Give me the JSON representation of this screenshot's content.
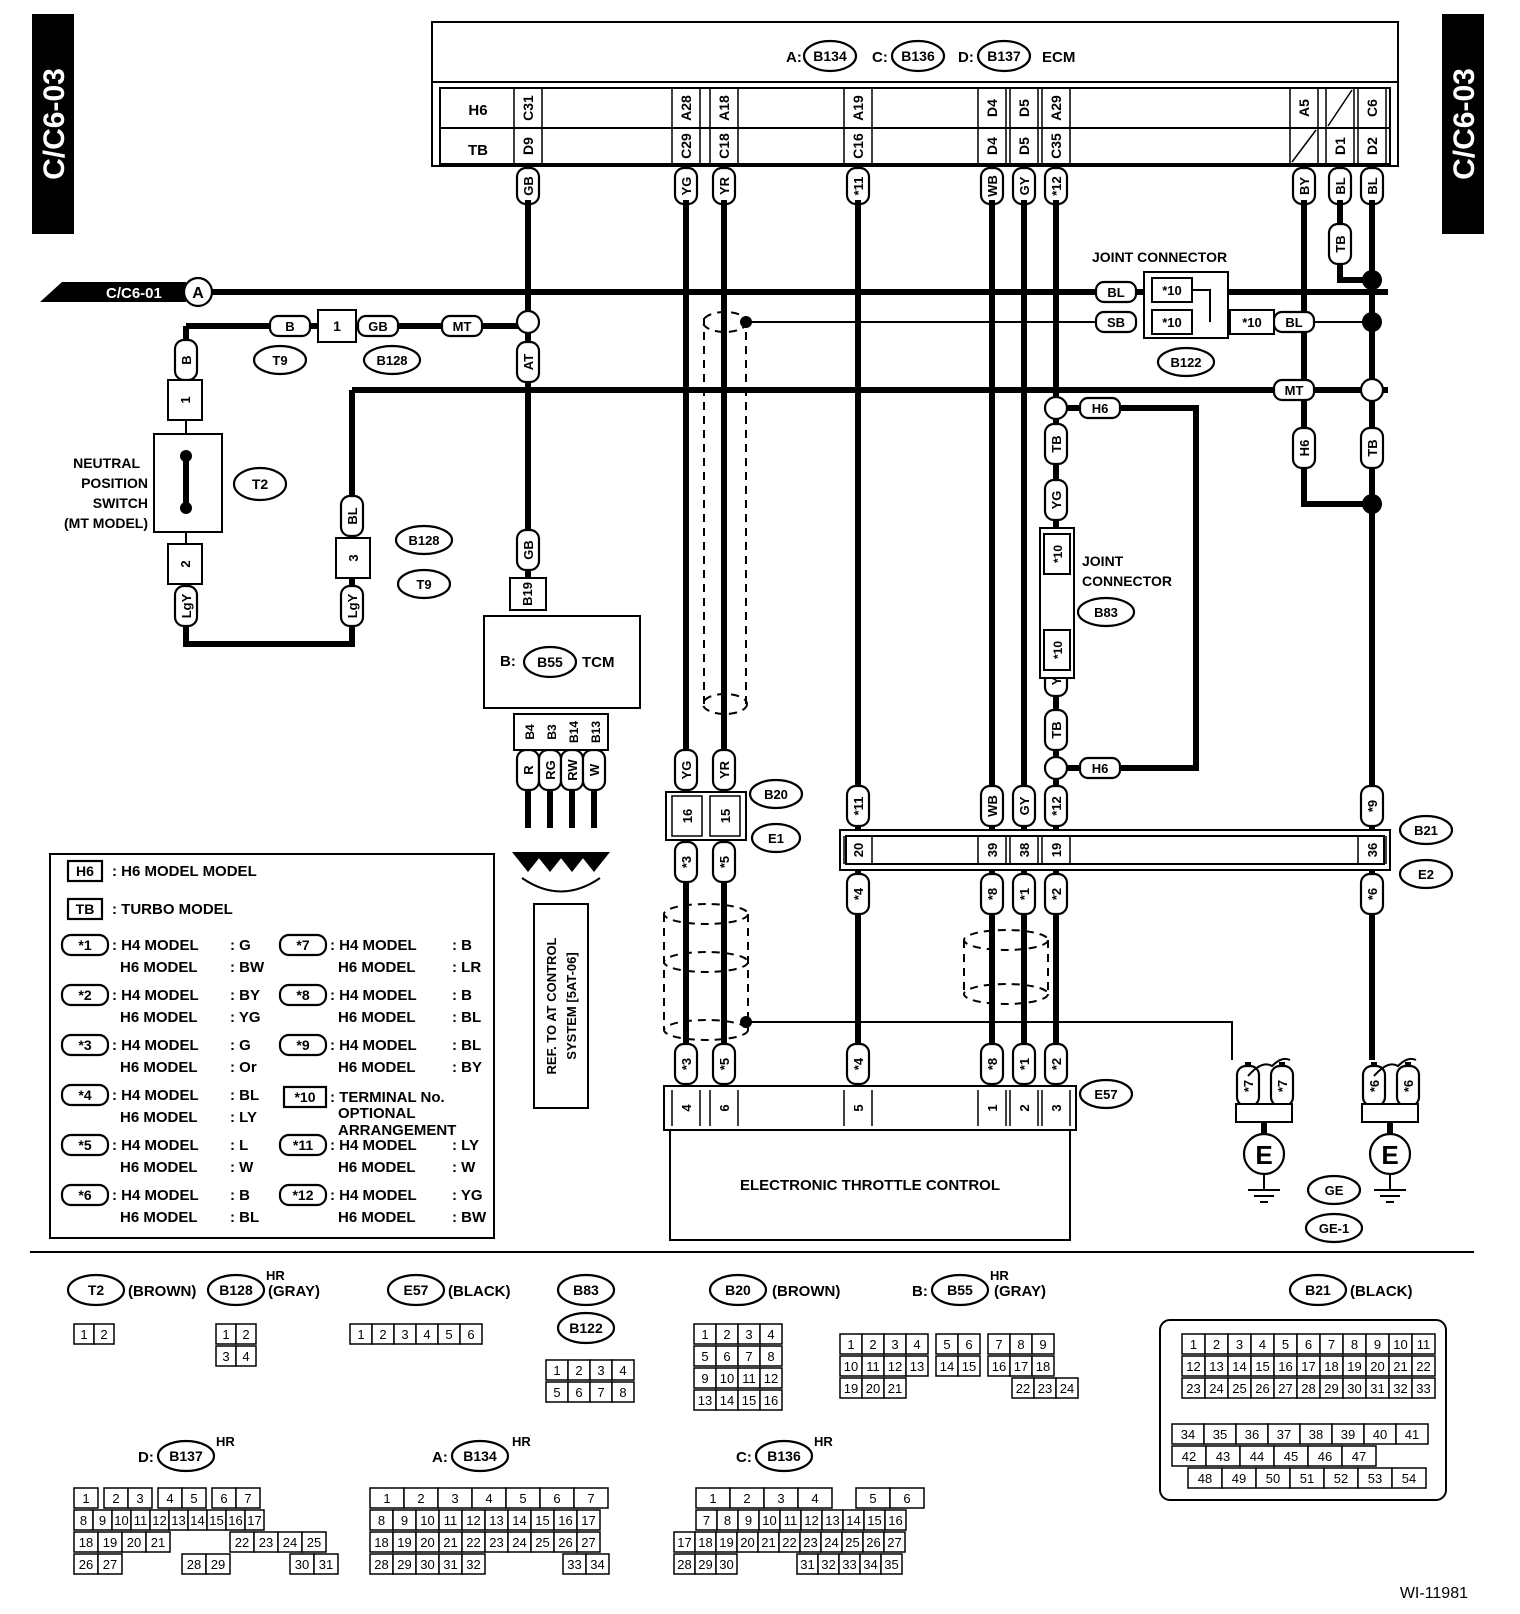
{
  "page": {
    "side_label": "C/C6-03",
    "figure_id": "WI-11981"
  },
  "ecm": {
    "prefix_a": "A:",
    "connector_a": "B134",
    "prefix_c": "C:",
    "connector_c": "B136",
    "prefix_d": "D:",
    "connector_d": "B137",
    "name": "ECM",
    "row_labels": [
      "H6",
      "TB"
    ],
    "pins": [
      {
        "h6": "C31",
        "tb": "D9",
        "wire": "GB"
      },
      {
        "h6": "A28",
        "tb": "C29",
        "wire": "YG"
      },
      {
        "h6": "A18",
        "tb": "C18",
        "wire": "YR"
      },
      {
        "h6": "A19",
        "tb": "C16",
        "wire": "*11"
      },
      {
        "h6": "D4",
        "tb": "D4",
        "wire": "WB"
      },
      {
        "h6": "D5",
        "tb": "D5",
        "wire": "GY"
      },
      {
        "h6": "A29",
        "tb": "C35",
        "wire": "*12"
      },
      {
        "h6": "A5",
        "tb": "",
        "wire": "BY"
      },
      {
        "h6": "",
        "tb": "D1",
        "wire": "BL"
      },
      {
        "h6": "C6",
        "tb": "D2",
        "wire": "BL"
      }
    ]
  },
  "bus": {
    "ref": "C/C6-01",
    "letter": "A"
  },
  "wire_labels": {
    "b": "B",
    "gb": "GB",
    "mt": "MT",
    "at": "AT",
    "bl": "BL",
    "sb": "SB",
    "tb": "TB",
    "h6": "H6",
    "lgy": "LgY",
    "yg": "YG",
    "yr": "YR",
    "r": "R",
    "rg": "RG",
    "rw": "RW",
    "w": "W",
    "wb": "WB",
    "gy": "GY",
    "s1": "*1",
    "s2": "*2",
    "s3": "*3",
    "s4": "*4",
    "s5": "*5",
    "s6": "*6",
    "s7": "*7",
    "s8": "*8",
    "s9": "*9",
    "s10": "*10",
    "s11": "*11",
    "s12": "*12",
    "pin1": "1",
    "pin2": "2",
    "pin3": "3"
  },
  "connectors": {
    "t9": "T9",
    "b128": "B128",
    "t2": "T2",
    "b122": "B122",
    "b83": "B83",
    "b20": "B20",
    "e1": "E1",
    "b21": "B21",
    "e2": "E2",
    "e57": "E57",
    "ge": "GE",
    "ge1": "GE-1",
    "b19": "B19",
    "b4": "B4",
    "b3": "B3",
    "b14": "B14",
    "b13": "B13",
    "b55": "B55"
  },
  "labels": {
    "joint_connector": "JOINT CONNECTOR",
    "joint": "JOINT",
    "connector": "CONNECTOR",
    "neutral_1": "NEUTRAL",
    "neutral_2": "POSITION",
    "neutral_3": "SWITCH",
    "neutral_4": "(MT MODEL)",
    "tcm_prefix": "B:",
    "tcm": "TCM",
    "ref_1": "REF. TO AT CONTROL",
    "ref_2": "SYSTEM [5AT-06]",
    "etc": "ELECTRONIC THROTTLE CONTROL",
    "ground": "E"
  },
  "b20_e1_pins": [
    "16",
    "15"
  ],
  "b21_e2_pins": [
    "20",
    "39",
    "38",
    "19",
    "36"
  ],
  "e57_pins": [
    "4",
    "6",
    "5",
    "1",
    "2",
    "3"
  ],
  "legend": {
    "h6_tag": "H6",
    "h6_text": ": H6 MODEL MODEL",
    "tb_tag": "TB",
    "tb_text": ": TURBO MODEL",
    "items": [
      {
        "tag": "*1",
        "h4": ": H4 MODEL",
        "h4v": ": G",
        "h6": "H6 MODEL",
        "h6v": ": BW"
      },
      {
        "tag": "*2",
        "h4": ": H4 MODEL",
        "h4v": ": BY",
        "h6": "H6 MODEL",
        "h6v": ": YG"
      },
      {
        "tag": "*3",
        "h4": ": H4 MODEL",
        "h4v": ": G",
        "h6": "H6 MODEL",
        "h6v": ": Or"
      },
      {
        "tag": "*4",
        "h4": ": H4 MODEL",
        "h4v": ": BL",
        "h6": "H6 MODEL",
        "h6v": ": LY"
      },
      {
        "tag": "*5",
        "h4": ": H4 MODEL",
        "h4v": ": L",
        "h6": "H6 MODEL",
        "h6v": ": W"
      },
      {
        "tag": "*6",
        "h4": ": H4 MODEL",
        "h4v": ": B",
        "h6": "H6 MODEL",
        "h6v": ": BL"
      },
      {
        "tag": "*7",
        "h4": ": H4 MODEL",
        "h4v": ": B",
        "h6": "H6 MODEL",
        "h6v": ": LR"
      },
      {
        "tag": "*8",
        "h4": ": H4 MODEL",
        "h4v": ": B",
        "h6": "H6 MODEL",
        "h6v": ": BL"
      },
      {
        "tag": "*9",
        "h4": ": H4 MODEL",
        "h4v": ": BL",
        "h6": "H6 MODEL",
        "h6v": ": BY"
      },
      {
        "tag": "*11",
        "h4": ": H4 MODEL",
        "h4v": ": LY",
        "h6": "H6 MODEL",
        "h6v": ": W"
      },
      {
        "tag": "*12",
        "h4": ": H4 MODEL",
        "h4v": ": YG",
        "h6": "H6 MODEL",
        "h6v": ": BW"
      }
    ],
    "t10_tag": "*10",
    "t10_1": ": TERMINAL No.",
    "t10_2": "OPTIONAL",
    "t10_3": "ARRANGEMENT"
  },
  "connector_views": {
    "t2": {
      "name": "T2",
      "color": "(BROWN)",
      "pins": [
        "1",
        "2"
      ]
    },
    "b128": {
      "name": "B128",
      "hr": "HR",
      "color": "(GRAY)",
      "pins": [
        "1",
        "2",
        "3",
        "4"
      ]
    },
    "e57": {
      "name": "E57",
      "color": "(BLACK)",
      "pins": [
        "1",
        "2",
        "3",
        "4",
        "5",
        "6"
      ]
    },
    "b83": {
      "name": "B83"
    },
    "b122": {
      "name": "B122",
      "pins": [
        "1",
        "2",
        "3",
        "4",
        "5",
        "6",
        "7",
        "8"
      ]
    },
    "b20": {
      "name": "B20",
      "color": "(BROWN)",
      "pins": [
        "1",
        "2",
        "3",
        "4",
        "5",
        "6",
        "7",
        "8",
        "9",
        "10",
        "11",
        "12",
        "13",
        "14",
        "15",
        "16"
      ]
    },
    "b55": {
      "prefix": "B:",
      "name": "B55",
      "hr": "HR",
      "color": "(GRAY)",
      "row1": [
        "1",
        "2",
        "3",
        "4",
        "5",
        "6",
        "7",
        "8",
        "9"
      ],
      "row2": [
        "10",
        "11",
        "12",
        "13",
        "14",
        "15",
        "16",
        "17",
        "18"
      ],
      "row3": [
        "19",
        "20",
        "21",
        "22",
        "23",
        "24"
      ]
    },
    "b21": {
      "name": "B21",
      "color": "(BLACK)",
      "row1": [
        "1",
        "2",
        "3",
        "4",
        "5",
        "6",
        "7",
        "8",
        "9",
        "10",
        "11"
      ],
      "row2": [
        "12",
        "13",
        "14",
        "15",
        "16",
        "17",
        "18",
        "19",
        "20",
        "21",
        "22"
      ],
      "row3": [
        "23",
        "24",
        "25",
        "26",
        "27",
        "28",
        "29",
        "30",
        "31",
        "32",
        "33"
      ],
      "row4": [
        "34",
        "35",
        "36",
        "37",
        "38",
        "39",
        "40",
        "41"
      ],
      "row5": [
        "42",
        "43",
        "44",
        "45",
        "46",
        "47"
      ],
      "row6": [
        "48",
        "49",
        "50",
        "51",
        "52",
        "53",
        "54"
      ]
    },
    "b137": {
      "prefix": "D:",
      "name": "B137",
      "hr": "HR",
      "row1": [
        "1",
        "2",
        "3",
        "4",
        "5",
        "6",
        "7"
      ],
      "row2": [
        "8",
        "9",
        "10",
        "11",
        "12",
        "13",
        "14",
        "15",
        "16",
        "17"
      ],
      "row3": [
        "18",
        "19",
        "20",
        "21",
        "22",
        "23",
        "24",
        "25"
      ],
      "row4": [
        "26",
        "27",
        "28",
        "29",
        "30",
        "31"
      ]
    },
    "b134": {
      "prefix": "A:",
      "name": "B134",
      "hr": "HR",
      "row1": [
        "1",
        "2",
        "3",
        "4",
        "5",
        "6",
        "7"
      ],
      "row2": [
        "8",
        "9",
        "10",
        "11",
        "12",
        "13",
        "14",
        "15",
        "16",
        "17"
      ],
      "row3": [
        "18",
        "19",
        "20",
        "21",
        "22",
        "23",
        "24",
        "25",
        "26",
        "27"
      ],
      "row4": [
        "28",
        "29",
        "30",
        "31",
        "32",
        "33",
        "34"
      ]
    },
    "b136": {
      "prefix": "C:",
      "name": "B136",
      "hr": "HR",
      "row1": [
        "1",
        "2",
        "3",
        "4",
        "5",
        "6"
      ],
      "row2": [
        "7",
        "8",
        "9",
        "10",
        "11",
        "12",
        "13",
        "14",
        "15",
        "16"
      ],
      "row3": [
        "17",
        "18",
        "19",
        "20",
        "21",
        "22",
        "23",
        "24",
        "25",
        "26",
        "27"
      ],
      "row4": [
        "28",
        "29",
        "30",
        "31",
        "32",
        "33",
        "34",
        "35"
      ]
    }
  }
}
